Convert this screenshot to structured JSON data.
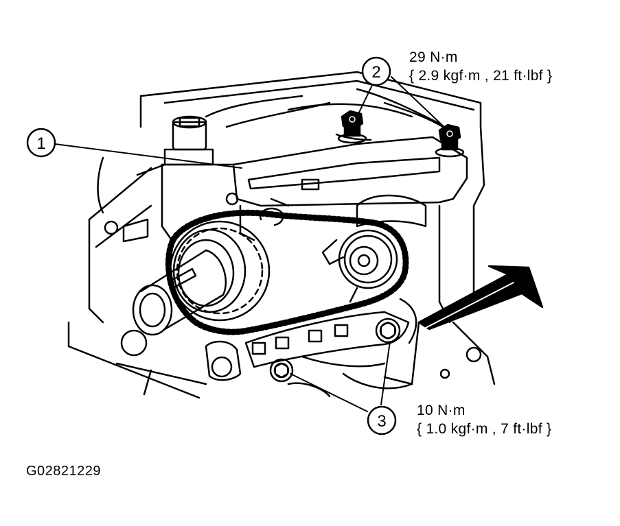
{
  "callouts": [
    {
      "number": "1"
    },
    {
      "number": "2"
    },
    {
      "number": "3"
    }
  ],
  "torque_specs": {
    "upper": {
      "value": "29 N·m",
      "alternate": "{ 2.9 kgf·m , 21 ft·lbf }"
    },
    "lower": {
      "value": "10 N·m",
      "alternate": "{ 1.0 kgf·m , 7 ft·lbf }"
    }
  },
  "figure_code": "G02821229",
  "colors": {
    "line": "#000000",
    "background": "#ffffff"
  },
  "icons": {
    "direction_indicator": "large-arrow-icon"
  }
}
